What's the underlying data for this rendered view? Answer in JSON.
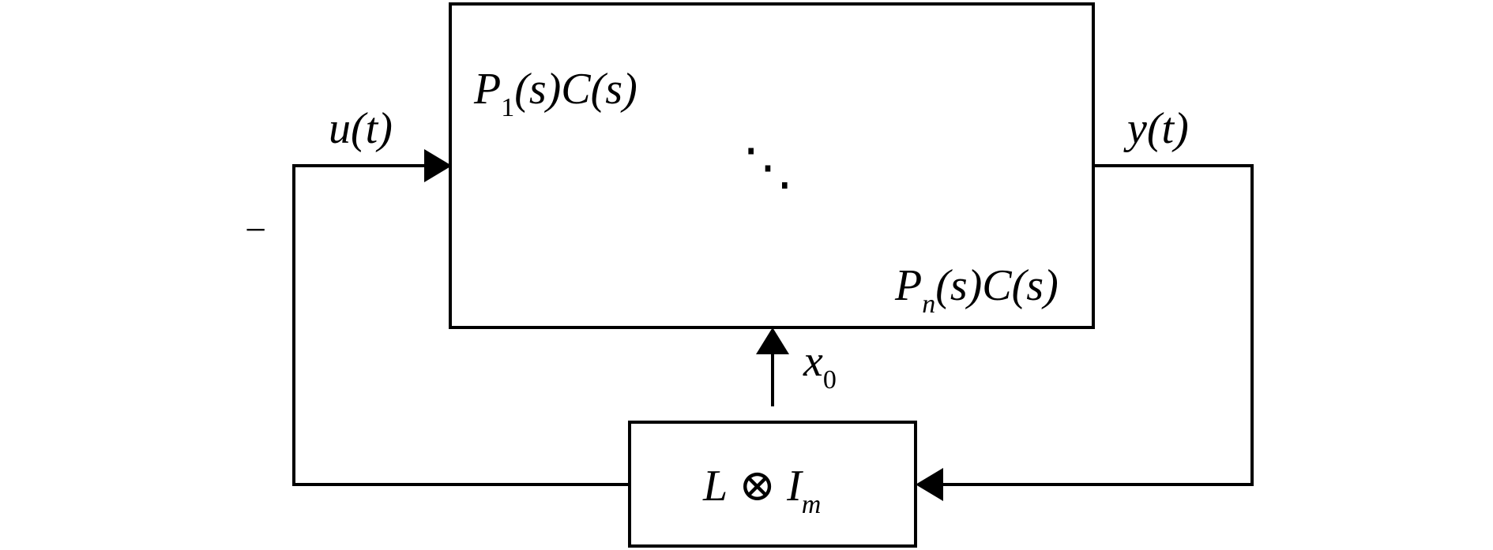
{
  "diagram": {
    "plant_block": {
      "top_label": {
        "p_letter": "P",
        "p_index": "1",
        "args": "(s)C(s)"
      },
      "ellipsis": "⋱",
      "bottom_label": {
        "p_letter": "P",
        "p_index": "n",
        "args": "(s)C(s)"
      }
    },
    "input_signal": "u(t)",
    "output_signal": "y(t)",
    "feedback_sign": "−",
    "initial_state": {
      "letter": "x",
      "index": "0"
    },
    "laplacian_block": {
      "L": "L",
      "otimes": "⊗",
      "I": "I",
      "I_index": "m"
    }
  }
}
